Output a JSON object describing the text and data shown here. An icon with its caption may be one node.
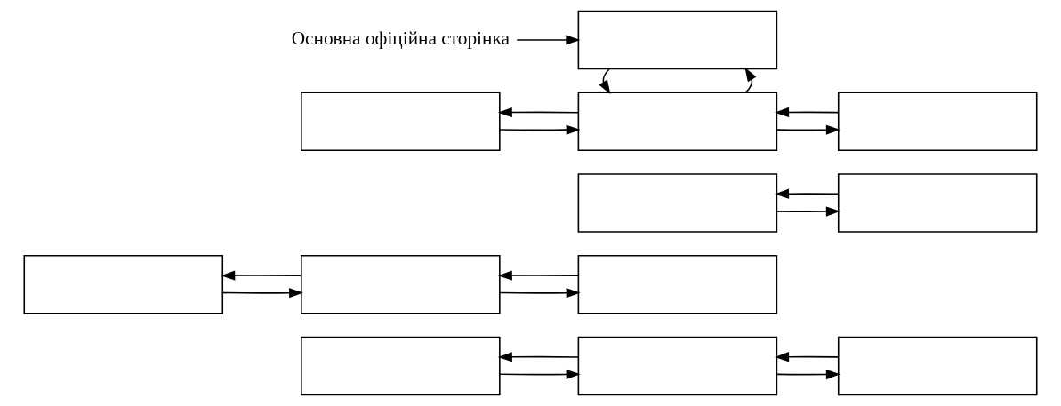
{
  "diagram": {
    "nodes": [
      {
        "text": [],
        "shape": "box"
      },
      {
        "text": [],
        "shape": "box"
      },
      {
        "text": [],
        "shape": "box"
      },
      {
        "text": [],
        "shape": "box"
      },
      {
        "text": [],
        "shape": "box"
      },
      {
        "text": [],
        "shape": "box"
      },
      {
        "text": [],
        "shape": "box"
      },
      {
        "text": [],
        "shape": "box"
      },
      {
        "text": [],
        "shape": "box"
      },
      {
        "text": [],
        "shape": "box"
      },
      {
        "text": [],
        "shape": "box"
      },
      {
        "text": [],
        "shape": "box"
      },
      {
        "text": [
          "Основна офіційна сторінка"
        ]
      }
    ],
    "edges": [
      {
        "from": 1,
        "to": 0,
        "arrow": "to"
      },
      {
        "from": 0,
        "to": 1,
        "arrow": "to"
      },
      {
        "from": 2,
        "to": 1,
        "arrow": "to"
      },
      {
        "from": 1,
        "to": 2,
        "arrow": "to"
      },
      {
        "from": 4,
        "to": 3,
        "arrow": "to"
      },
      {
        "from": 3,
        "to": 4,
        "arrow": "to"
      },
      {
        "from": 5,
        "to": 4,
        "arrow": "to"
      },
      {
        "from": 4,
        "to": 5,
        "arrow": "to"
      },
      {
        "from": 7,
        "to": 6,
        "arrow": "to"
      },
      {
        "from": 6,
        "to": 7,
        "arrow": "to"
      },
      {
        "from": 9,
        "to": 8,
        "arrow": "to"
      },
      {
        "from": 8,
        "to": 9,
        "arrow": "to"
      },
      {
        "from": 10,
        "to": 9,
        "arrow": "to"
      },
      {
        "from": 9,
        "to": 10,
        "arrow": "to"
      },
      {
        "from": 9,
        "to": 11,
        "arrow": "to"
      },
      {
        "from": 11,
        "to": 9,
        "arrow": "to"
      },
      {
        "from": 12,
        "to": 11,
        "arrow": "to"
      }
    ]
  }
}
